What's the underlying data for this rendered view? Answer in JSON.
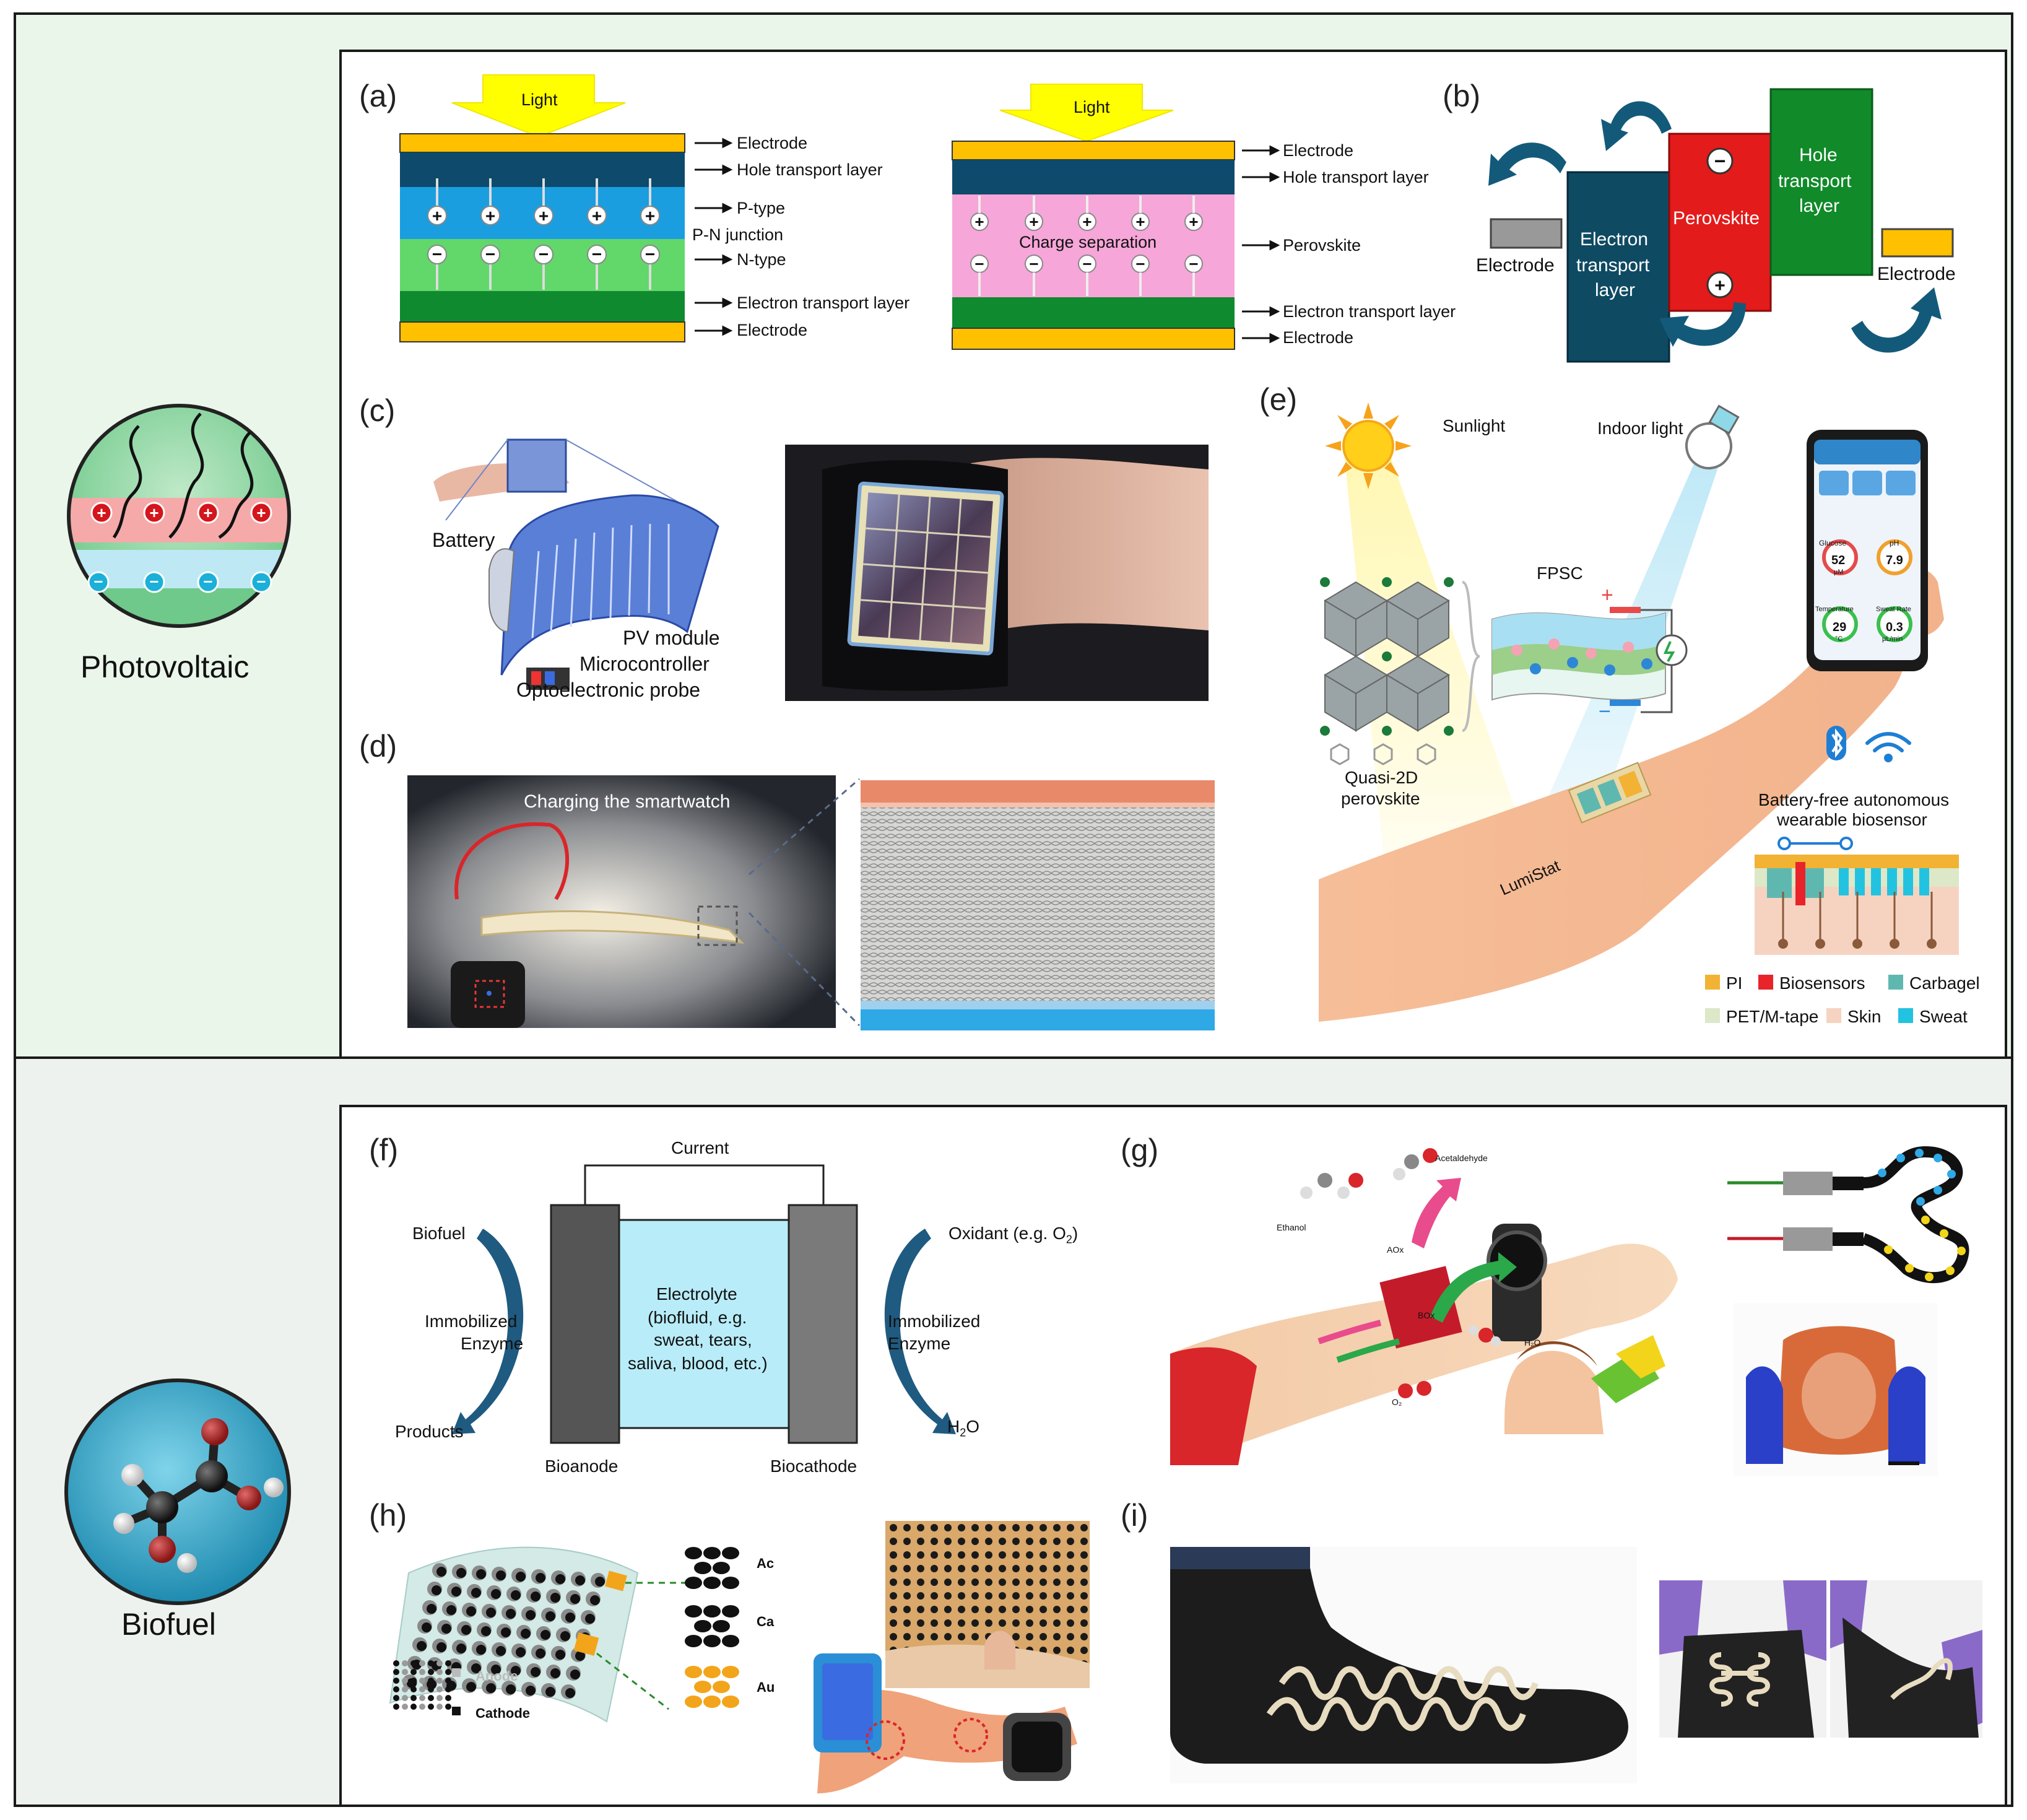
{
  "categories": {
    "photovoltaic": "Photovoltaic",
    "biofuel": "Biofuel"
  },
  "panel_labels": [
    "(a)",
    "(b)",
    "(c)",
    "(d)",
    "(e)",
    "(f)",
    "(g)",
    "(h)",
    "(i)"
  ],
  "a": {
    "light": "Light",
    "left": {
      "electrode_top": "Electrode",
      "htl": "Hole transport layer",
      "p_type": "P-type",
      "pn": "P-N junction",
      "n_type": "N-type",
      "etl": "Electron transport layer",
      "electrode_bottom": "Electrode"
    },
    "right": {
      "electrode_top": "Electrode",
      "htl": "Hole transport layer",
      "perovskite": "Perovskite",
      "charge_sep": "Charge separation",
      "etl": "Electron transport layer",
      "electrode_bottom": "Electrode"
    }
  },
  "b": {
    "electrode_left": "Electrode",
    "etl": [
      "Electron",
      "transport",
      "layer"
    ],
    "perovskite": "Perovskite",
    "htl": [
      "Hole",
      "transport",
      "layer"
    ],
    "electrode_right": "Electrode"
  },
  "c": {
    "battery": "Battery",
    "pv": "PV module",
    "mcu": "Microcontroller",
    "probe": "Optoelectronic probe"
  },
  "d": {
    "caption": "Charging the smartwatch"
  },
  "e": {
    "sunlight": "Sunlight",
    "indoor": "Indoor light",
    "fpsc": "FPSC",
    "quasi": [
      "Quasi-2D",
      "perovskite"
    ],
    "lumistat": "LumiStat",
    "battery_free": [
      "Battery-free autonomous",
      "wearable biosensor"
    ],
    "phone": {
      "glucose_label": "Glucose",
      "glucose": "52",
      "glucose_unit": "µM",
      "ph_label": "pH",
      "ph": "7.9",
      "temp_label": "Temperature",
      "temp": "29",
      "temp_unit": "°C",
      "sweat_label": "Sweat Rate",
      "sweat": "0.3",
      "sweat_unit": "µL/min"
    },
    "legend": [
      {
        "label": "PI",
        "color": "#f2b233"
      },
      {
        "label": "Biosensors",
        "color": "#e8232a"
      },
      {
        "label": "Carbagel",
        "color": "#5fb8b0"
      },
      {
        "label": "PET/M-tape",
        "color": "#dce8c8"
      },
      {
        "label": "Skin",
        "color": "#f6d3c1"
      },
      {
        "label": "Sweat",
        "color": "#22c3e0"
      }
    ]
  },
  "f": {
    "current": "Current",
    "biofuel": "Biofuel",
    "oxidant": "Oxidant (e.g. O",
    "oxidant_sub": "2",
    "oxidant_end": ")",
    "imm_left": [
      "Immobilized",
      "Enzyme"
    ],
    "imm_right": [
      "Immobilized",
      "Enzyme"
    ],
    "electrolyte": [
      "Electrolyte",
      "(biofluid, e.g.",
      "sweat, tears,",
      "saliva, blood, etc.)"
    ],
    "products": "Products",
    "h2o": "H",
    "h2o_sub": "2",
    "h2o_end": "O",
    "bioanode": "Bioanode",
    "biocathode": "Biocathode"
  },
  "g": {
    "acetaldehyde": "Acetaldehyde",
    "ethanol": "Ethanol",
    "aox": "AOx",
    "box": "BOx",
    "h2o": "H₂O",
    "o2": "O₂"
  },
  "h": {
    "anode": "Anode",
    "cathode": "Cathode",
    "ac": "Ac",
    "ca": "Ca",
    "au": "Au"
  },
  "colors": {
    "electrode": "#ffc000",
    "htl": "#0d4a6b",
    "ptype": "#1a9ee0",
    "ntype": "#62d76a",
    "etl": "#0f8a2f",
    "perovskite_a": "#f6a6d8",
    "perovskite_b": "#e31b1b",
    "htl_b": "#118a2a",
    "etl_b": "#0f4a63"
  }
}
